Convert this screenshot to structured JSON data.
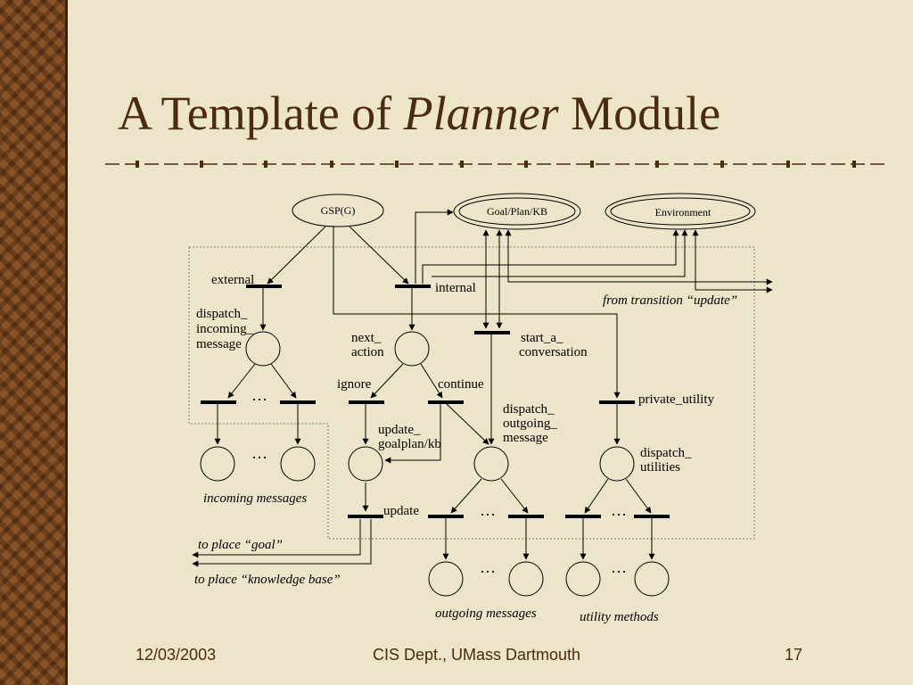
{
  "slide": {
    "title_prefix": "A Template of ",
    "title_italic": "Planner",
    "title_suffix": " Module",
    "footer_date": "12/03/2003",
    "footer_org": "CIS Dept., UMass Dartmouth",
    "footer_page": "17"
  },
  "diagram": {
    "places": {
      "gsp": "GSP(G)",
      "goal_plan_kb": "Goal/Plan/KB",
      "environment": "Environment"
    },
    "labels": {
      "external": "external",
      "internal": "internal",
      "dispatch_incoming_1": "dispatch_",
      "dispatch_incoming_2": "incoming_",
      "dispatch_incoming_3": "message",
      "next_action_1": "next_",
      "next_action_2": "action",
      "start_conv_1": "start_a_",
      "start_conv_2": "conversation",
      "from_update": "from transition “update”",
      "ignore": "ignore",
      "continue": "continue",
      "dispatch_outgoing_1": "dispatch_",
      "dispatch_outgoing_2": "outgoing_",
      "dispatch_outgoing_3": "message",
      "private_utility": "private_utility",
      "update_gpkb_1": "update_",
      "update_gpkb_2": "goalplan/kb",
      "dispatch_util_1": "dispatch_",
      "dispatch_util_2": "utilities",
      "incoming_messages": "incoming messages",
      "update": "update",
      "to_goal": "to place “goal”",
      "to_kb": "to place “knowledge base”",
      "outgoing_messages": "outgoing messages",
      "utility_methods": "utility methods",
      "ellipsis": "…"
    }
  }
}
